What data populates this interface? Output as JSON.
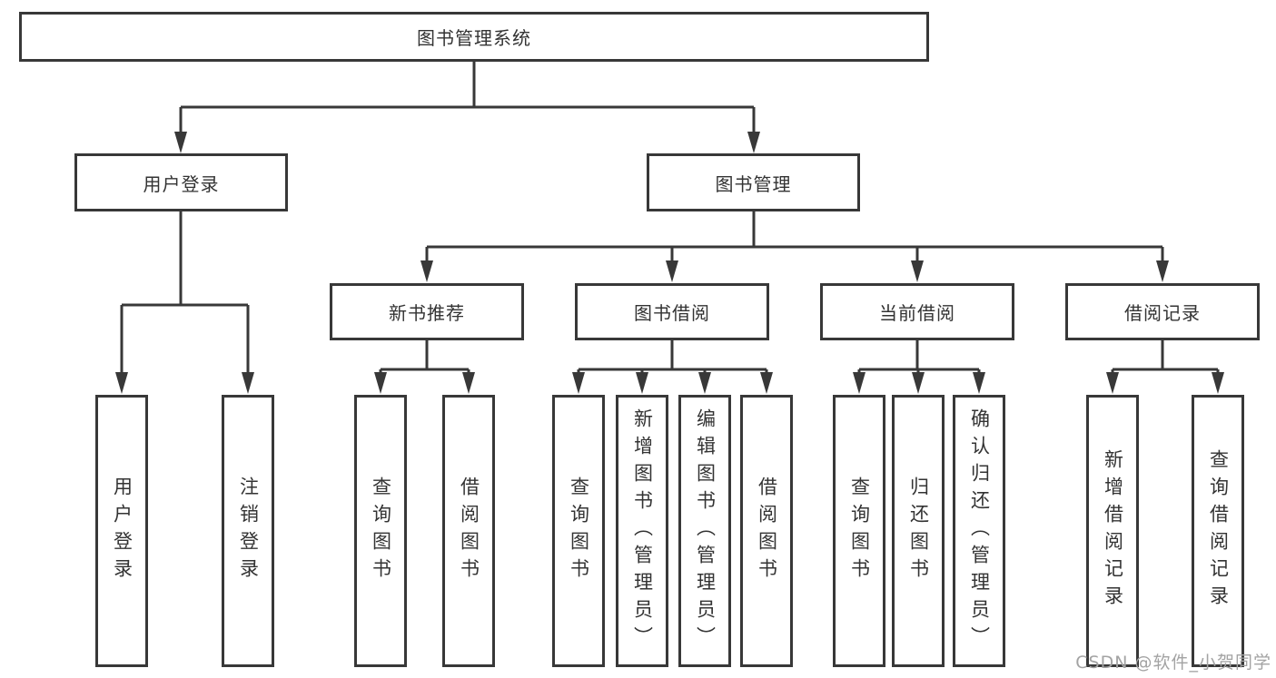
{
  "tree": {
    "label": "图书管理系统",
    "children": [
      {
        "label": "用户登录",
        "children": [
          {
            "label": "用户登录"
          },
          {
            "label": "注销登录"
          }
        ]
      },
      {
        "label": "图书管理",
        "children": [
          {
            "label": "新书推荐",
            "children": [
              {
                "label": "查询图书"
              },
              {
                "label": "借阅图书"
              }
            ]
          },
          {
            "label": "图书借阅",
            "children": [
              {
                "label": "查询图书"
              },
              {
                "label": "新增图书（管理员）"
              },
              {
                "label": "编辑图书（管理员）"
              },
              {
                "label": "借阅图书"
              }
            ]
          },
          {
            "label": "当前借阅",
            "children": [
              {
                "label": "查询图书"
              },
              {
                "label": "归还图书"
              },
              {
                "label": "确认归还（管理员）"
              }
            ]
          },
          {
            "label": "借阅记录",
            "children": [
              {
                "label": "新增借阅记录"
              },
              {
                "label": "查询借阅记录"
              }
            ]
          }
        ]
      }
    ]
  },
  "watermark": {
    "text": "CSDN @软件_小贺同学"
  },
  "colors": {
    "line": "#383838",
    "box_border": "#383838",
    "text": "#333333",
    "watermark": "#a3a3a3",
    "background": "#ffffff"
  }
}
